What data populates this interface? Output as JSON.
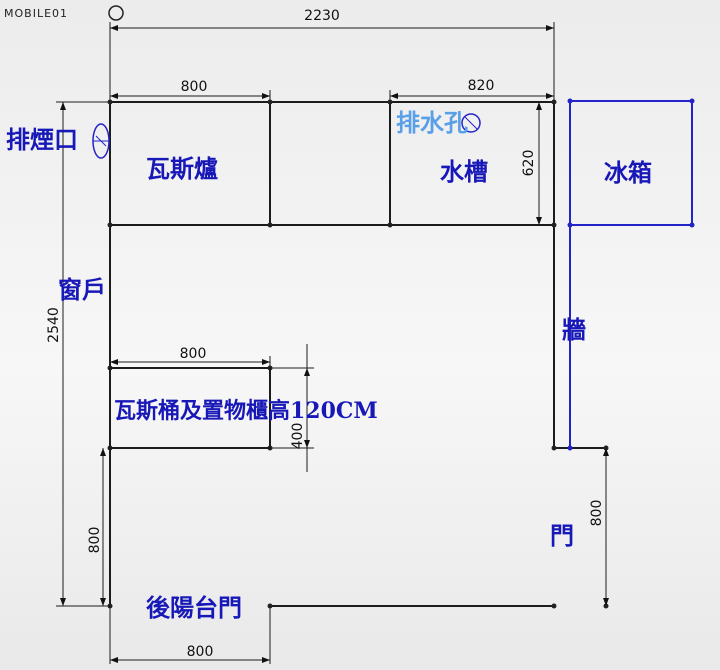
{
  "watermark": {
    "text": "MOBILE01"
  },
  "dimensions": {
    "total_width": "2230",
    "stove_counter_width": "800",
    "sink_counter_width": "820",
    "counter_depth": "620",
    "total_depth": "2540",
    "cabinet_width": "800",
    "cabinet_depth": "400",
    "lower_left": "800",
    "door_width": "800",
    "bottom_opening": "800"
  },
  "labels": {
    "exhaust": "排煙口",
    "stove": "瓦斯爐",
    "drain": "排水孔",
    "sink": "水槽",
    "fridge": "冰箱",
    "window": "窗戶",
    "wall": "牆",
    "cabinet": "瓦斯桶及置物櫃高120CM",
    "door": "門",
    "back_door": "後陽台門"
  },
  "colors": {
    "label": "#1818b8",
    "drain_label": "#5aa0e8",
    "fridge_outline": "#2323c8"
  }
}
